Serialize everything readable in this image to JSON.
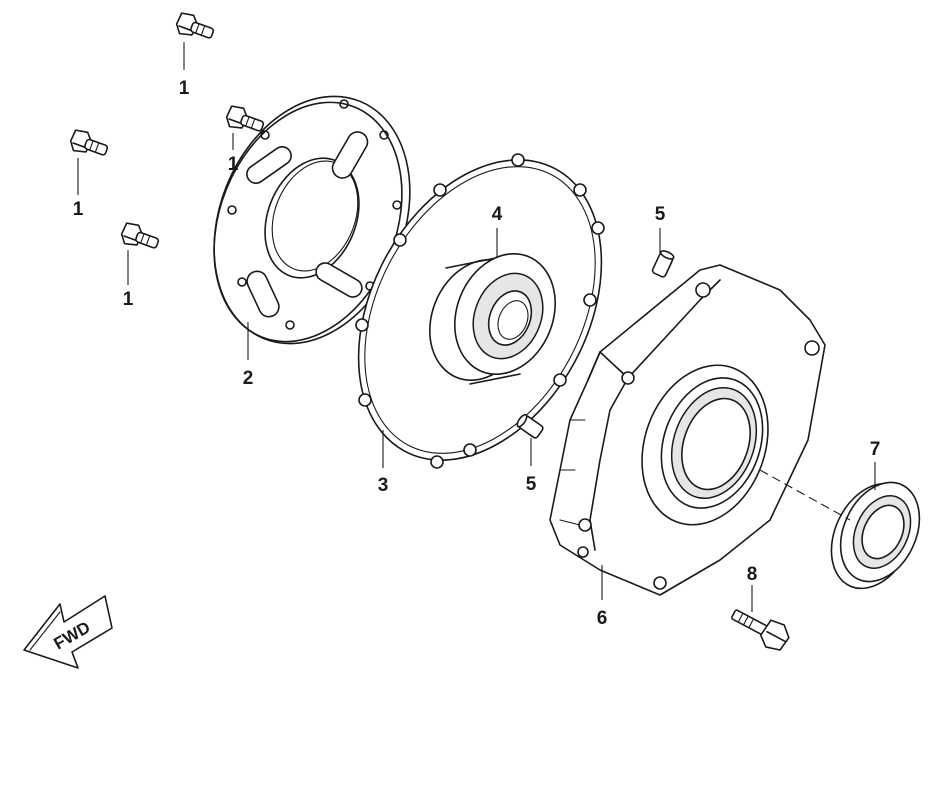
{
  "callouts": {
    "c1a": "1",
    "c1b": "1",
    "c1c": "1",
    "c1d": "1",
    "c2": "2",
    "c3": "3",
    "c4": "4",
    "c5a": "5",
    "c5b": "5",
    "c6": "6",
    "c7": "7",
    "c8": "8"
  },
  "direction_marker": {
    "text": "FWD",
    "icon": "forward-arrow-icon"
  }
}
